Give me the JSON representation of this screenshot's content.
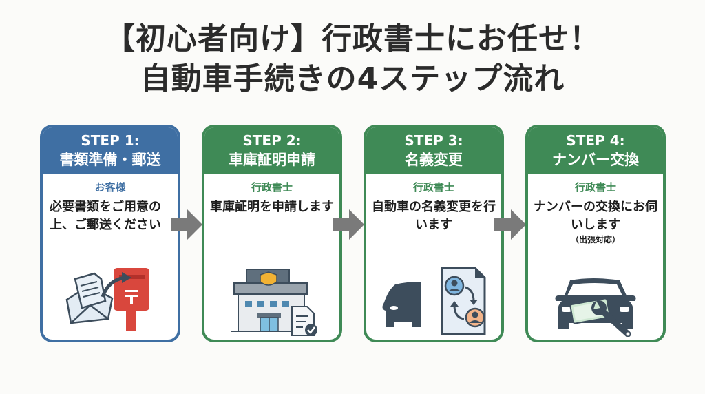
{
  "title": {
    "line1": "【初心者向け】行政書士にお任せ！",
    "line2": "自動車手続きの4ステップ流れ"
  },
  "colors": {
    "step1_accent": "#3f6fa3",
    "step_accent": "#3f8a56",
    "arrow": "#7a7a7a",
    "text": "#2b2b2b"
  },
  "steps": [
    {
      "number": "STEP 1:",
      "name": "書類準備・郵送",
      "actor": "お客様",
      "description": "必要書類をご用意の上、ご郵送ください",
      "note": "",
      "icon": "mail-to-postbox-icon"
    },
    {
      "number": "STEP 2:",
      "name": "車庫証明申請",
      "actor": "行政書士",
      "description": "車庫証明を申請します",
      "note": "",
      "icon": "police-station-document-icon"
    },
    {
      "number": "STEP 3:",
      "name": "名義変更",
      "actor": "行政書士",
      "description": "自動車の名義変更を行います",
      "note": "",
      "icon": "car-ownership-transfer-icon"
    },
    {
      "number": "STEP 4:",
      "name": "ナンバー交換",
      "actor": "行政書士",
      "description": "ナンバーの交換にお伺いします",
      "note": "（出張対応）",
      "icon": "car-plate-wrench-icon"
    }
  ]
}
